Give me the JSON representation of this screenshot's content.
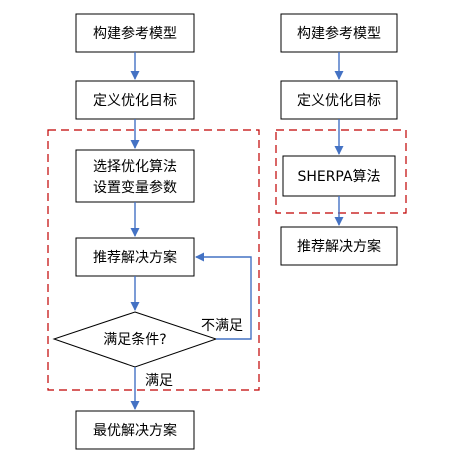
{
  "left": {
    "build_model": "构建参考模型",
    "define_objective": "定义优化目标",
    "select_algorithm_line1": "选择优化算法",
    "select_algorithm_line2": "设置变量参数",
    "recommend": "推荐解决方案",
    "decision": "满足条件?",
    "not_satisfied": "不满足",
    "satisfied": "满足",
    "best_solution": "最优解决方案"
  },
  "right": {
    "build_model": "构建参考模型",
    "define_objective": "定义优化目标",
    "algorithm": "SHERPA算法",
    "recommend": "推荐解决方案"
  },
  "colors": {
    "arrow": "#4472c4",
    "dashed_frame": "#c00000",
    "box_border": "#000000"
  }
}
